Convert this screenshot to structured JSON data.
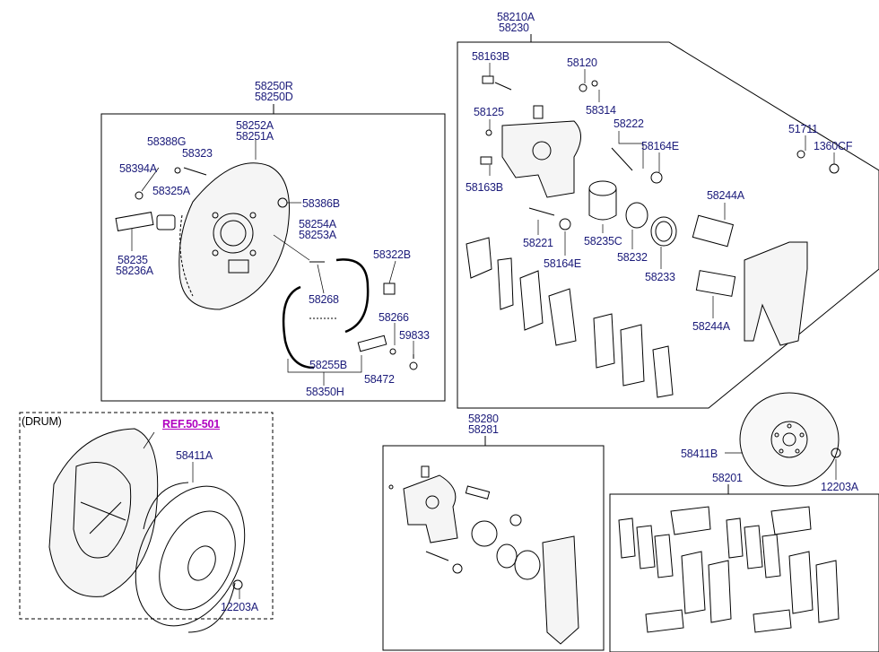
{
  "diagram": {
    "title": "Brake assembly parts diagram",
    "colors": {
      "label": "#1b1b7a",
      "reference": "#b000c0",
      "line": "#000000"
    },
    "groups": [
      {
        "id": "rear-drum-in-disc",
        "labels": [
          "58250R",
          "58250D"
        ]
      },
      {
        "id": "front-caliper",
        "labels": [
          "58210A",
          "58230"
        ]
      },
      {
        "id": "rear-caliper",
        "labels": [
          "58280",
          "58281"
        ]
      },
      {
        "id": "drum",
        "label": "(DRUM)",
        "reference": "REF.50-501"
      },
      {
        "id": "pad-kit",
        "labels": [
          "58201"
        ]
      }
    ],
    "labels": {
      "g1a": "58250R",
      "g1b": "58250D",
      "p58252A": "58252A",
      "p58251A": "58251A",
      "p58388G": "58388G",
      "p58323": "58323",
      "p58394A": "58394A",
      "p58325A": "58325A",
      "p58386B": "58386B",
      "p58254A": "58254A",
      "p58253A": "58253A",
      "p58235": "58235",
      "p58236A": "58236A",
      "p58322B": "58322B",
      "p58268": "58268",
      "p58266": "58266",
      "p59833": "59833",
      "p58255B": "58255B",
      "p58472": "58472",
      "p58350H": "58350H",
      "g2a": "58210A",
      "g2b": "58230",
      "p58163B_1": "58163B",
      "p58120": "58120",
      "p58314": "58314",
      "p58125": "58125",
      "p58222": "58222",
      "p58164E_1": "58164E",
      "p58163B_2": "58163B",
      "p51711": "51711",
      "p1360CF": "1360CF",
      "p58244A_1": "58244A",
      "p58221": "58221",
      "p58235C": "58235C",
      "p58232": "58232",
      "p58233": "58233",
      "p58164E_2": "58164E",
      "p58244A_2": "58244A",
      "drum": "(DRUM)",
      "ref": "REF.50-501",
      "p58411A": "58411A",
      "p12203A_1": "12203A",
      "g3a": "58280",
      "g3b": "58281",
      "p58411B": "58411B",
      "p12203A_2": "12203A",
      "p58201": "58201"
    }
  }
}
